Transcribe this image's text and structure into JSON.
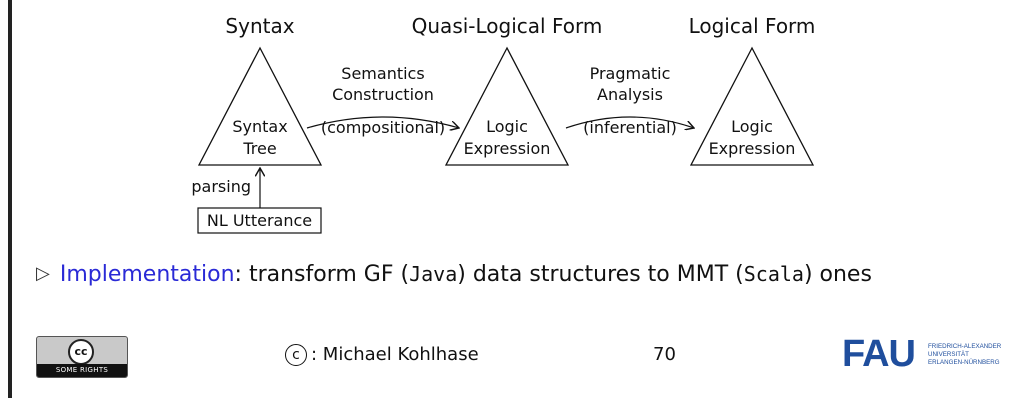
{
  "headers": {
    "syntax": "Syntax",
    "qlf": "Quasi-Logical Form",
    "lf": "Logical Form"
  },
  "nodes": {
    "syntax_tree": [
      "Syntax",
      "Tree"
    ],
    "logic_expr_1": [
      "Logic",
      "Expression"
    ],
    "logic_expr_2": [
      "Logic",
      "Expression"
    ],
    "nl_utterance": "NL Utterance"
  },
  "edges": {
    "semantics_construction": [
      "Semantics",
      "Construction"
    ],
    "compositional": "(compositional)",
    "pragmatic_analysis": [
      "Pragmatic",
      "Analysis"
    ],
    "inferential": "(inferential)",
    "parsing": "parsing"
  },
  "bullet": {
    "link_text": "Implementation",
    "text_1": ": transform GF (",
    "code_java": "Java",
    "text_2": ") data structures to MMT (",
    "code_scala": "Scala",
    "text_3": ") ones"
  },
  "footer": {
    "cc_text": "SOME RIGHTS RESERVED",
    "cc_symbol": "cc",
    "copyright_symbol": "c",
    "copyright_text": ": Michael Kohlhase",
    "page_number": "70",
    "logo_text": "FAU",
    "logo_sub": [
      "FRIEDRICH-ALEXANDER",
      "UNIVERSITÄT",
      "ERLANGEN-NÜRNBERG"
    ]
  },
  "colors": {
    "link": "#2a2ad6",
    "logo_blue": "#1f4e9d"
  }
}
